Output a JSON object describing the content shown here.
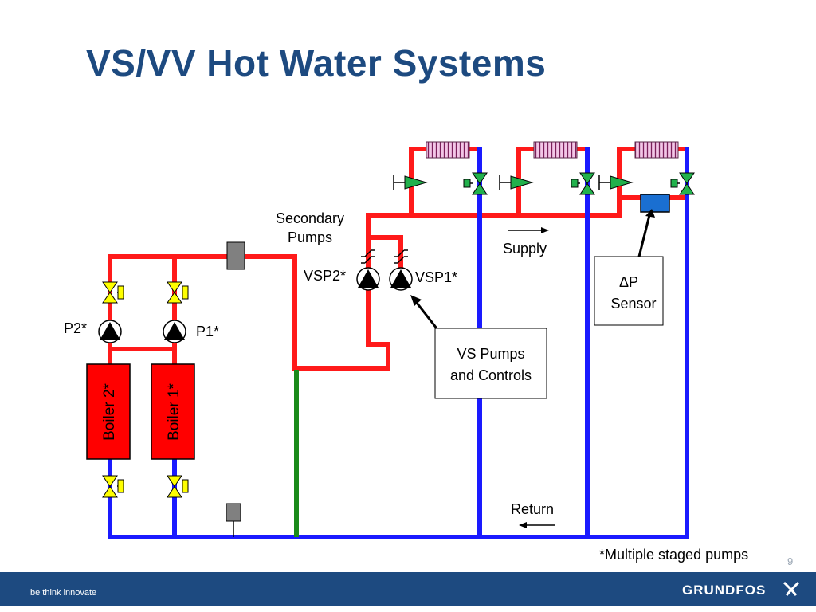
{
  "slide": {
    "title": "VS/VV Hot Water Systems",
    "page_number": "9"
  },
  "labels": {
    "secondary_line1": "Secondary",
    "secondary_line2": "Pumps",
    "vsp2": "VSP2*",
    "vsp1": "VSP1*",
    "p2": "P2*",
    "p1": "P1*",
    "supply": "Supply",
    "return": "Return",
    "dp_line1": "ΔP",
    "dp_line2": "Sensor",
    "vs_line1": "VS Pumps",
    "vs_line2": "and Controls",
    "boiler2": "Boiler 2*",
    "boiler1": "Boiler 1*",
    "footnote": "*Multiple staged pumps"
  },
  "footer": {
    "tagline": "be think innovate",
    "brand": "GRUNDFOS"
  },
  "colors": {
    "title": "#1d4a80",
    "supply_pipe": "#ff1a1a",
    "return_pipe": "#1a1aff",
    "bypass_pipe": "#1a8a1a",
    "boiler": "#ff0000",
    "valve_yellow": "#ffff00",
    "valve_green": "#22b14c",
    "footer_bar": "#1d4a80"
  }
}
